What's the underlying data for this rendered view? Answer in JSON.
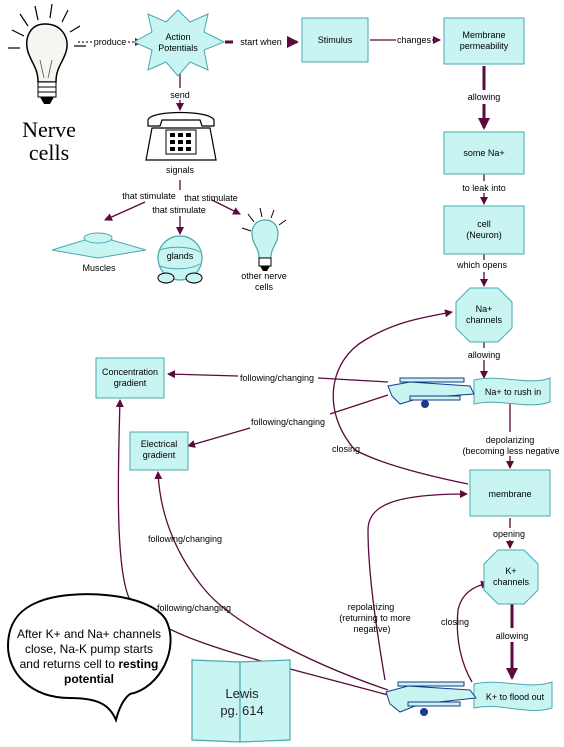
{
  "nodes": {
    "nerve_cells_line1": "Nerve",
    "nerve_cells_line2": "cells",
    "action_potentials_line1": "Action",
    "action_potentials_line2": "Potentials",
    "stimulus": "Stimulus",
    "membrane_permeability_line1": "Membrane",
    "membrane_permeability_line2": "permeability",
    "signals": "signals",
    "some_na": "some Na+",
    "cell_line1": "cell",
    "cell_line2": "(Neuron)",
    "muscles": "Muscles",
    "glands": "glands",
    "other_nerve_cells_line1": "other nerve",
    "other_nerve_cells_line2": "cells",
    "na_channels_line1": "Na+",
    "na_channels_line2": "channels",
    "concentration_gradient_line1": "Concentration",
    "concentration_gradient_line2": "gradient",
    "na_rush_in": "Na+ to rush in",
    "electrical_gradient_line1": "Electrical",
    "electrical_gradient_line2": "gradient",
    "membrane": "membrane",
    "k_channels_line1": "K+",
    "k_channels_line2": "channels",
    "k_flood_out": "K+ to flood out",
    "note_line1": "After K+ and Na+ channels",
    "note_line2": "close, Na-K pump starts",
    "note_line3_plain": "and returns cell to ",
    "note_line3_bold": "resting",
    "note_line4_bold": "potential",
    "book_line1": "Lewis",
    "book_line2": "pg. 614"
  },
  "links": {
    "produce": "produce",
    "start_when": "start when",
    "changes": "changes",
    "send": "send",
    "allowing_1": "allowing",
    "to_leak_into": "to leak into",
    "that_stimulate_1": "that stimulate",
    "that_stimulate_2": "that stimulate",
    "that_stimulate_3": "that stimulate",
    "which_opens": "which opens",
    "allowing_2": "allowing",
    "following_changing_1": "following/changing",
    "following_changing_2": "following/changing",
    "closing_1": "closing",
    "depolarizing_line1": "depolarizing",
    "depolarizing_line2": "(becoming less negative",
    "following_changing_3": "following/changing",
    "opening": "opening",
    "following_changing_4": "following/changing",
    "repolarizing_line1": "repolarizing",
    "repolarizing_line2": "(returning to more",
    "repolarizing_line3": "negative)",
    "closing_2": "closing",
    "allowing_3": "allowing"
  },
  "colors": {
    "box_fill": "#c8f4f2",
    "box_stroke": "#4aa8b0",
    "arrow": "#5a0a3c"
  },
  "icons": [
    "lightbulb-icon",
    "starburst-icon",
    "telephone-icon",
    "flying-saucer-icon",
    "globe-icon",
    "airplane-icon",
    "book-icon",
    "speech-bubble-icon"
  ]
}
